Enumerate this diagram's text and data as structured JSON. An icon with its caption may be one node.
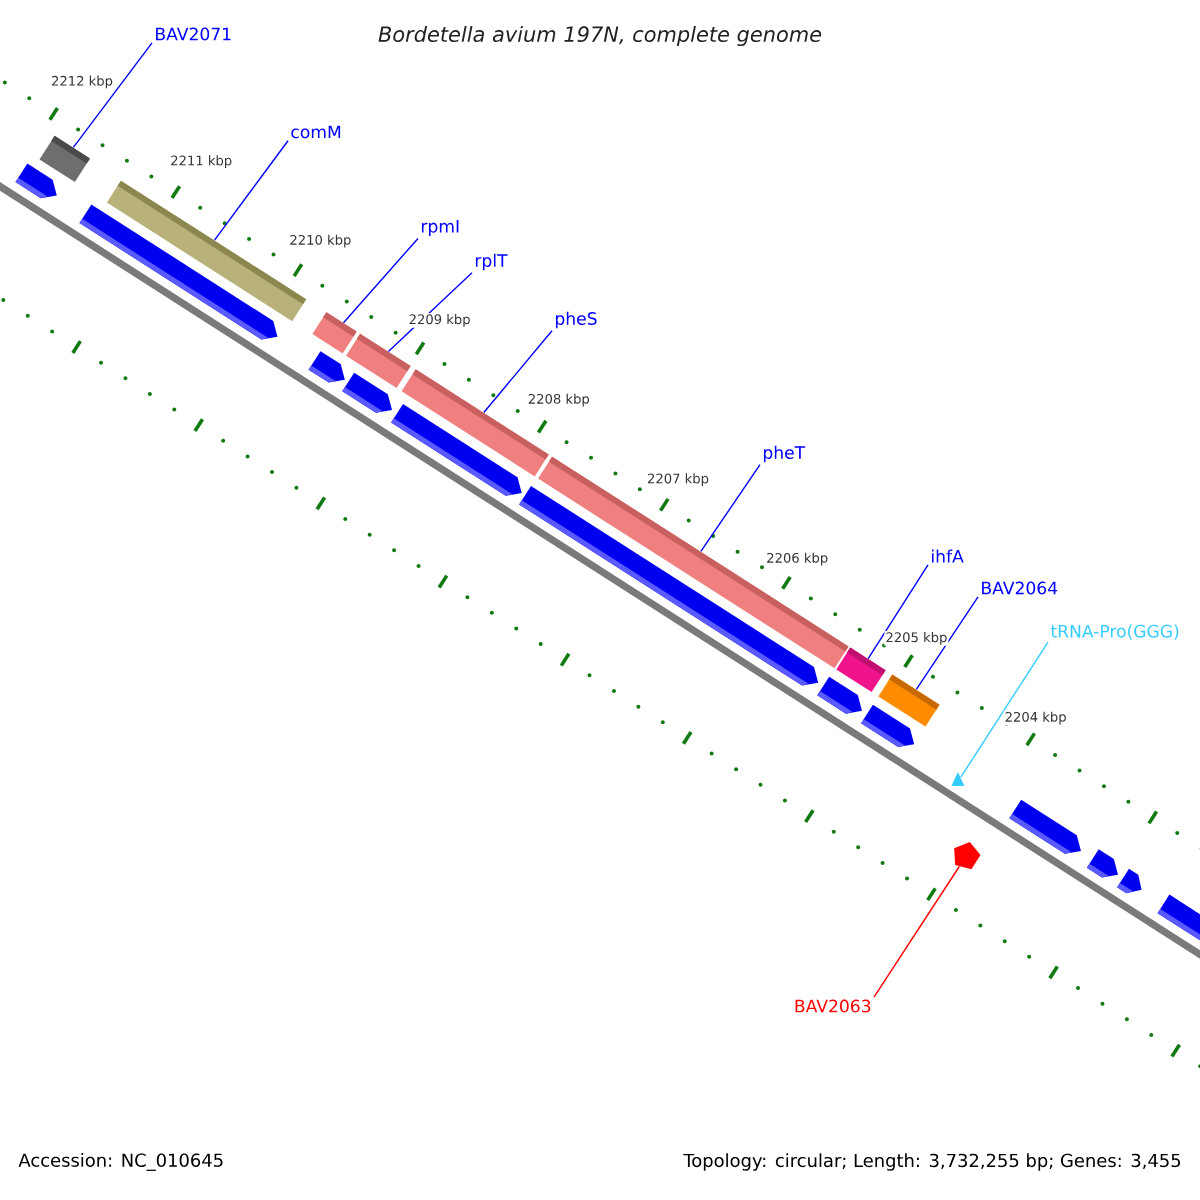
{
  "diagram": {
    "title": "Bordetella avium 197N, complete genome",
    "nodes": [
      {
        "text": [
          "BAV2071"
        ]
      },
      {
        "text": [],
        "shape": "bar"
      },
      {
        "text": [
          "comM"
        ]
      },
      {
        "text": [],
        "shape": "bar"
      },
      {
        "text": [
          "rpmI"
        ]
      },
      {
        "text": [],
        "shape": "bar"
      },
      {
        "text": [
          "rplT"
        ]
      },
      {
        "text": [],
        "shape": "bar"
      },
      {
        "text": [
          "pheS"
        ]
      },
      {
        "text": [],
        "shape": "bar"
      },
      {
        "text": [
          "pheT"
        ]
      },
      {
        "text": [],
        "shape": "bar"
      },
      {
        "text": [
          "ihfA"
        ]
      },
      {
        "text": [],
        "shape": "bar"
      },
      {
        "text": [
          "BAV2064"
        ]
      },
      {
        "text": [],
        "shape": "bar"
      },
      {
        "text": [
          "tRNA-Pro(GGG)"
        ]
      },
      {
        "text": [],
        "shape": "triangle"
      },
      {
        "text": [
          "BAV2063"
        ]
      },
      {
        "text": [],
        "shape": "pentagon"
      }
    ],
    "edges": [
      {
        "from": 0,
        "to": 1,
        "arrow": "none"
      },
      {
        "from": 2,
        "to": 3,
        "arrow": "none"
      },
      {
        "from": 4,
        "to": 5,
        "arrow": "none"
      },
      {
        "from": 6,
        "to": 7,
        "arrow": "none"
      },
      {
        "from": 8,
        "to": 9,
        "arrow": "none"
      },
      {
        "from": 10,
        "to": 11,
        "arrow": "none"
      },
      {
        "from": 12,
        "to": 13,
        "arrow": "none"
      },
      {
        "from": 14,
        "to": 15,
        "arrow": "none"
      },
      {
        "from": 16,
        "to": 17,
        "arrow": "none",
        "color": "#33ccff"
      },
      {
        "from": 18,
        "to": 19,
        "arrow": "none",
        "color": "#ff0000"
      }
    ],
    "labels": [
      "2212 kbp",
      "2211 kbp",
      "2210 kbp",
      "2209 kbp",
      "2208 kbp",
      "2207 kbp",
      "2206 kbp",
      "2205 kbp",
      "2204 kbp",
      "Accession: NC_010645",
      "Topology: circular; Length: 3,732,255 bp; Genes: 3,455"
    ]
  }
}
